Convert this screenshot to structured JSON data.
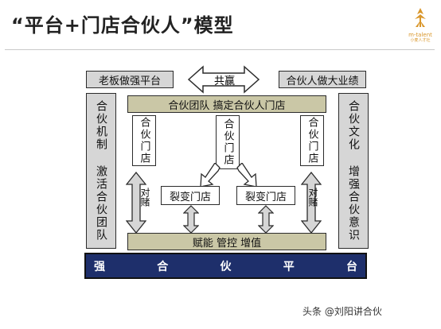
{
  "title": "“平台+门店合伙人”模型",
  "logo": {
    "text": "m-talent",
    "sub": "小麦人才社"
  },
  "diagram": {
    "top_left": "老板做强平台",
    "top_center": "共赢",
    "top_right": "合伙人做大业绩",
    "left_column": "合伙机制 激活合伙团队",
    "right_column": "合伙文化 增强合伙意识",
    "team_header": "合伙团队 搞定合伙人门店",
    "store_left": "合伙门店",
    "store_center": "合伙门店",
    "store_right": "合伙门店",
    "split_left": "裂变门店",
    "split_right": "裂变门店",
    "bet_left": "对赌",
    "bet_right": "对赌",
    "enable": "赋能 管控 增值",
    "platform_chars": [
      "强",
      "合",
      "伙",
      "平",
      "台"
    ]
  },
  "watermark": "头条 @刘阳讲合伙",
  "colors": {
    "platform_bar": "#1e2f6b",
    "box_gray": "#d6d6d6",
    "box_tan": "#cac7a6",
    "accent": "#d9962a"
  }
}
